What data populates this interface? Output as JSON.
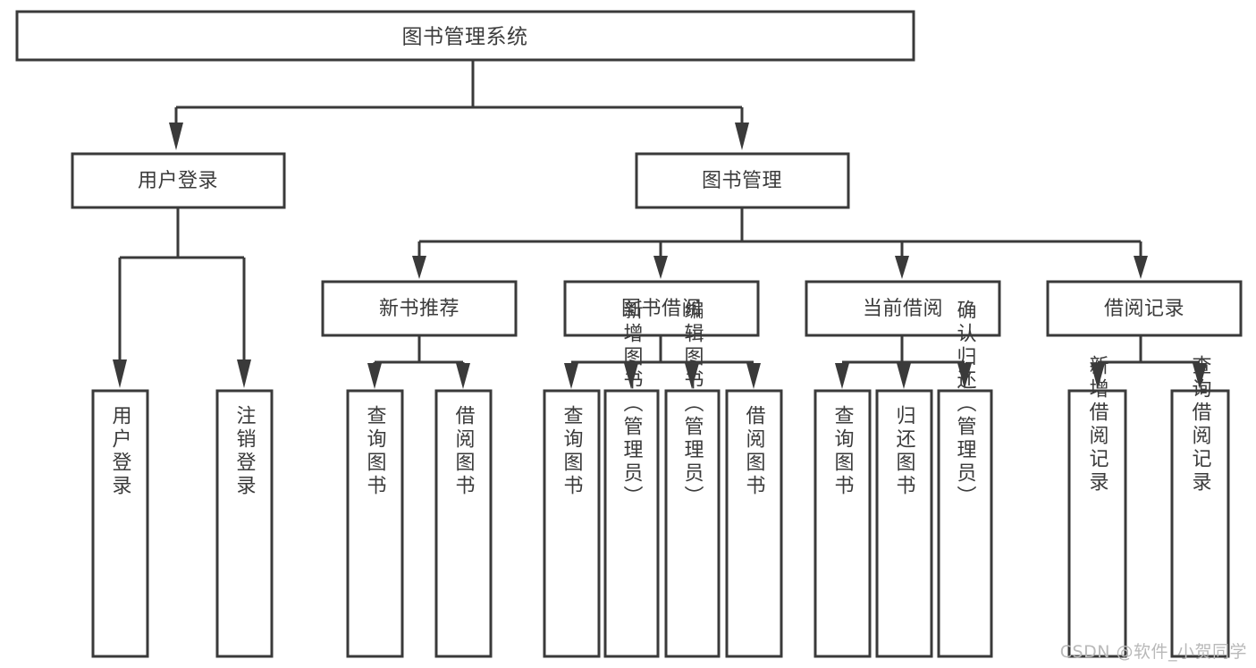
{
  "diagram": {
    "type": "tree-hierarchy",
    "title": "图书管理系统",
    "root": {
      "id": "root",
      "label": "图书管理系统",
      "level": 1
    },
    "level2": [
      {
        "id": "user-login",
        "label": "用户登录"
      },
      {
        "id": "book-manage",
        "label": "图书管理"
      }
    ],
    "level3": [
      {
        "id": "new-book-recommend",
        "label": "新书推荐",
        "parent": "book-manage"
      },
      {
        "id": "book-borrow",
        "label": "图书借阅",
        "parent": "book-manage"
      },
      {
        "id": "current-borrow",
        "label": "当前借阅",
        "parent": "book-manage"
      },
      {
        "id": "borrow-record",
        "label": "借阅记录",
        "parent": "book-manage"
      }
    ],
    "leaves": {
      "user_login": [
        {
          "id": "leaf-user-login",
          "label": "用户登录"
        },
        {
          "id": "leaf-logout-login",
          "label": "注销登录"
        }
      ],
      "new_book_recommend": [
        {
          "id": "leaf-query-book-1",
          "label": "查询图书"
        },
        {
          "id": "leaf-borrow-book-1",
          "label": "借阅图书"
        }
      ],
      "book_borrow": [
        {
          "id": "leaf-query-book-2",
          "label": "查询图书"
        },
        {
          "id": "leaf-add-book",
          "label": "新增图书（管理员）"
        },
        {
          "id": "leaf-edit-book",
          "label": "编辑图书（管理员）"
        },
        {
          "id": "leaf-borrow-book-2",
          "label": "借阅图书"
        }
      ],
      "current_borrow": [
        {
          "id": "leaf-query-book-3",
          "label": "查询图书"
        },
        {
          "id": "leaf-return-book",
          "label": "归还图书"
        },
        {
          "id": "leaf-confirm-return",
          "label": "确认归还（管理员）"
        }
      ],
      "borrow_record": [
        {
          "id": "leaf-add-record",
          "label": "新增借阅记录"
        },
        {
          "id": "leaf-query-record",
          "label": "查询借阅记录"
        }
      ]
    }
  },
  "watermark": {
    "text": "CSDN @软件_小贺同学"
  },
  "colors": {
    "box_stroke": "#3a3a3a",
    "text": "#3b3b3b",
    "background": "#ffffff",
    "watermark": "#b9b9b9"
  }
}
